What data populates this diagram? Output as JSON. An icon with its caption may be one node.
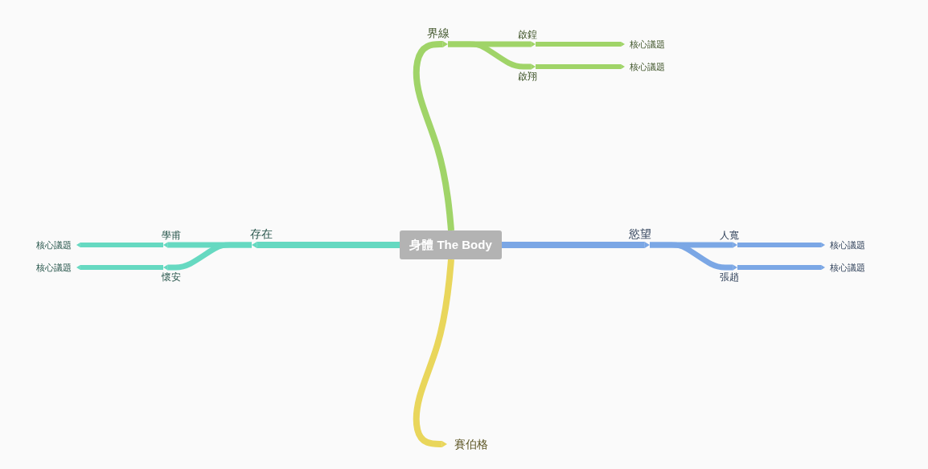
{
  "diagram": {
    "nodes": [
      {
        "text": [
          "身體 The Body"
        ]
      },
      {
        "text": [
          "界線"
        ]
      },
      {
        "text": [
          "啟鍠"
        ]
      },
      {
        "text": [
          "核心議題"
        ]
      },
      {
        "text": [
          "啟翔"
        ]
      },
      {
        "text": [
          "核心議題"
        ]
      },
      {
        "text": [
          "存在"
        ]
      },
      {
        "text": [
          "學甫"
        ]
      },
      {
        "text": [
          "核心議題"
        ]
      },
      {
        "text": [
          "懷安"
        ]
      },
      {
        "text": [
          "核心議題"
        ]
      },
      {
        "text": [
          "慾望"
        ]
      },
      {
        "text": [
          "人寬"
        ]
      },
      {
        "text": [
          "核心議題"
        ]
      },
      {
        "text": [
          "張趙"
        ]
      },
      {
        "text": [
          "核心議題"
        ]
      },
      {
        "text": [
          "賽伯格"
        ]
      }
    ],
    "edges": [
      {
        "from": 0,
        "to": 1,
        "arrow": "to",
        "color": "#a0d468"
      },
      {
        "from": 1,
        "to": 2,
        "arrow": "to",
        "color": "#a0d468"
      },
      {
        "from": 2,
        "to": 3,
        "arrow": "to",
        "color": "#a0d468"
      },
      {
        "from": 1,
        "to": 4,
        "arrow": "to",
        "color": "#a0d468"
      },
      {
        "from": 4,
        "to": 5,
        "arrow": "to",
        "color": "#a0d468"
      },
      {
        "from": 0,
        "to": 6,
        "arrow": "to",
        "color": "#66d9c1"
      },
      {
        "from": 6,
        "to": 7,
        "arrow": "to",
        "color": "#66d9c1"
      },
      {
        "from": 7,
        "to": 8,
        "arrow": "to",
        "color": "#66d9c1"
      },
      {
        "from": 6,
        "to": 9,
        "arrow": "to",
        "color": "#66d9c1"
      },
      {
        "from": 9,
        "to": 10,
        "arrow": "to",
        "color": "#66d9c1"
      },
      {
        "from": 0,
        "to": 11,
        "arrow": "to",
        "color": "#7ba7e5"
      },
      {
        "from": 11,
        "to": 12,
        "arrow": "to",
        "color": "#7ba7e5"
      },
      {
        "from": 12,
        "to": 13,
        "arrow": "to",
        "color": "#7ba7e5"
      },
      {
        "from": 11,
        "to": 14,
        "arrow": "to",
        "color": "#7ba7e5"
      },
      {
        "from": 14,
        "to": 15,
        "arrow": "to",
        "color": "#7ba7e5"
      },
      {
        "from": 0,
        "to": 16,
        "arrow": "to",
        "color": "#e9d65b"
      }
    ]
  }
}
